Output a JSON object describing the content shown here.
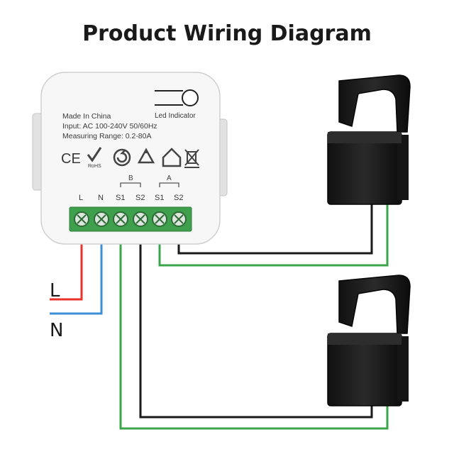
{
  "title": "Product Wiring Diagram",
  "device": {
    "led_label": "Led Indicator",
    "info_lines": [
      "Made In China",
      "Input: AC 100-240V 50/60Hz",
      "Measuring Range: 0.2-80A"
    ],
    "cert_marks": {
      "ce": "CE",
      "rohs": "RoHS"
    },
    "group_labels": {
      "b": "B",
      "a": "A"
    },
    "terminal_labels": {
      "l": "L",
      "n": "N",
      "s1_b": "S1",
      "s2_b": "S2",
      "s1_a": "S1",
      "s2_a": "S2"
    }
  },
  "wires": {
    "live_label": "L",
    "neutral_label": "N",
    "colors": {
      "live": "#e8322b",
      "neutral": "#3a8fd6",
      "green": "#3aa54a",
      "black": "#1a1a1a",
      "terminal": "#3ea04c"
    }
  },
  "icons": [
    "ce-mark",
    "check-rohs-icon",
    "recycle-circle-icon",
    "recycle-triangle-icon",
    "house-icon",
    "crossed-bin-icon",
    "current-clamp-icon"
  ]
}
